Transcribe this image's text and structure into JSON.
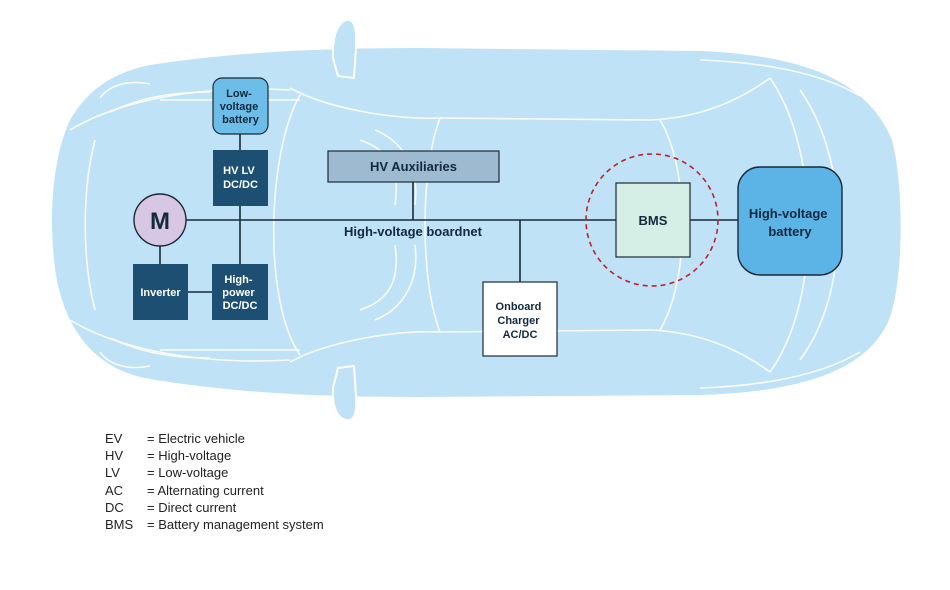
{
  "colors": {
    "car_body": "#bfe2f6",
    "car_outline": "#ffffff",
    "dark_box": "#1d4f73",
    "light_blue_box": "#6cbde8",
    "battery_box": "#5bb3e6",
    "hv_aux_box": "#9dbad0",
    "bms_box": "#d6efe6",
    "motor_circle": "#d7c6e4",
    "line": "#1a2a36",
    "dashed_circle": "#c0202a"
  },
  "components": {
    "motor": "M",
    "lv_battery": [
      "Low-",
      "voltage",
      "battery"
    ],
    "hvlv_dcdc": [
      "HV LV",
      "DC/DC"
    ],
    "inverter": "Inverter",
    "hp_dcdc": [
      "High-",
      "power",
      "DC/DC"
    ],
    "hv_aux": "HV Auxiliaries",
    "boardnet": "High-voltage boardnet",
    "charger": [
      "Onboard",
      "Charger",
      "AC/DC"
    ],
    "bms": "BMS",
    "hv_battery": [
      "High-voltage",
      "battery"
    ]
  },
  "legend": [
    {
      "abbr": "EV",
      "def": "= Electric vehicle"
    },
    {
      "abbr": "HV",
      "def": "= High-voltage"
    },
    {
      "abbr": "LV",
      "def": "= Low-voltage"
    },
    {
      "abbr": "AC",
      "def": "= Alternating current"
    },
    {
      "abbr": "DC",
      "def": "= Direct current"
    },
    {
      "abbr": "BMS",
      "def": "= Battery management system"
    }
  ]
}
